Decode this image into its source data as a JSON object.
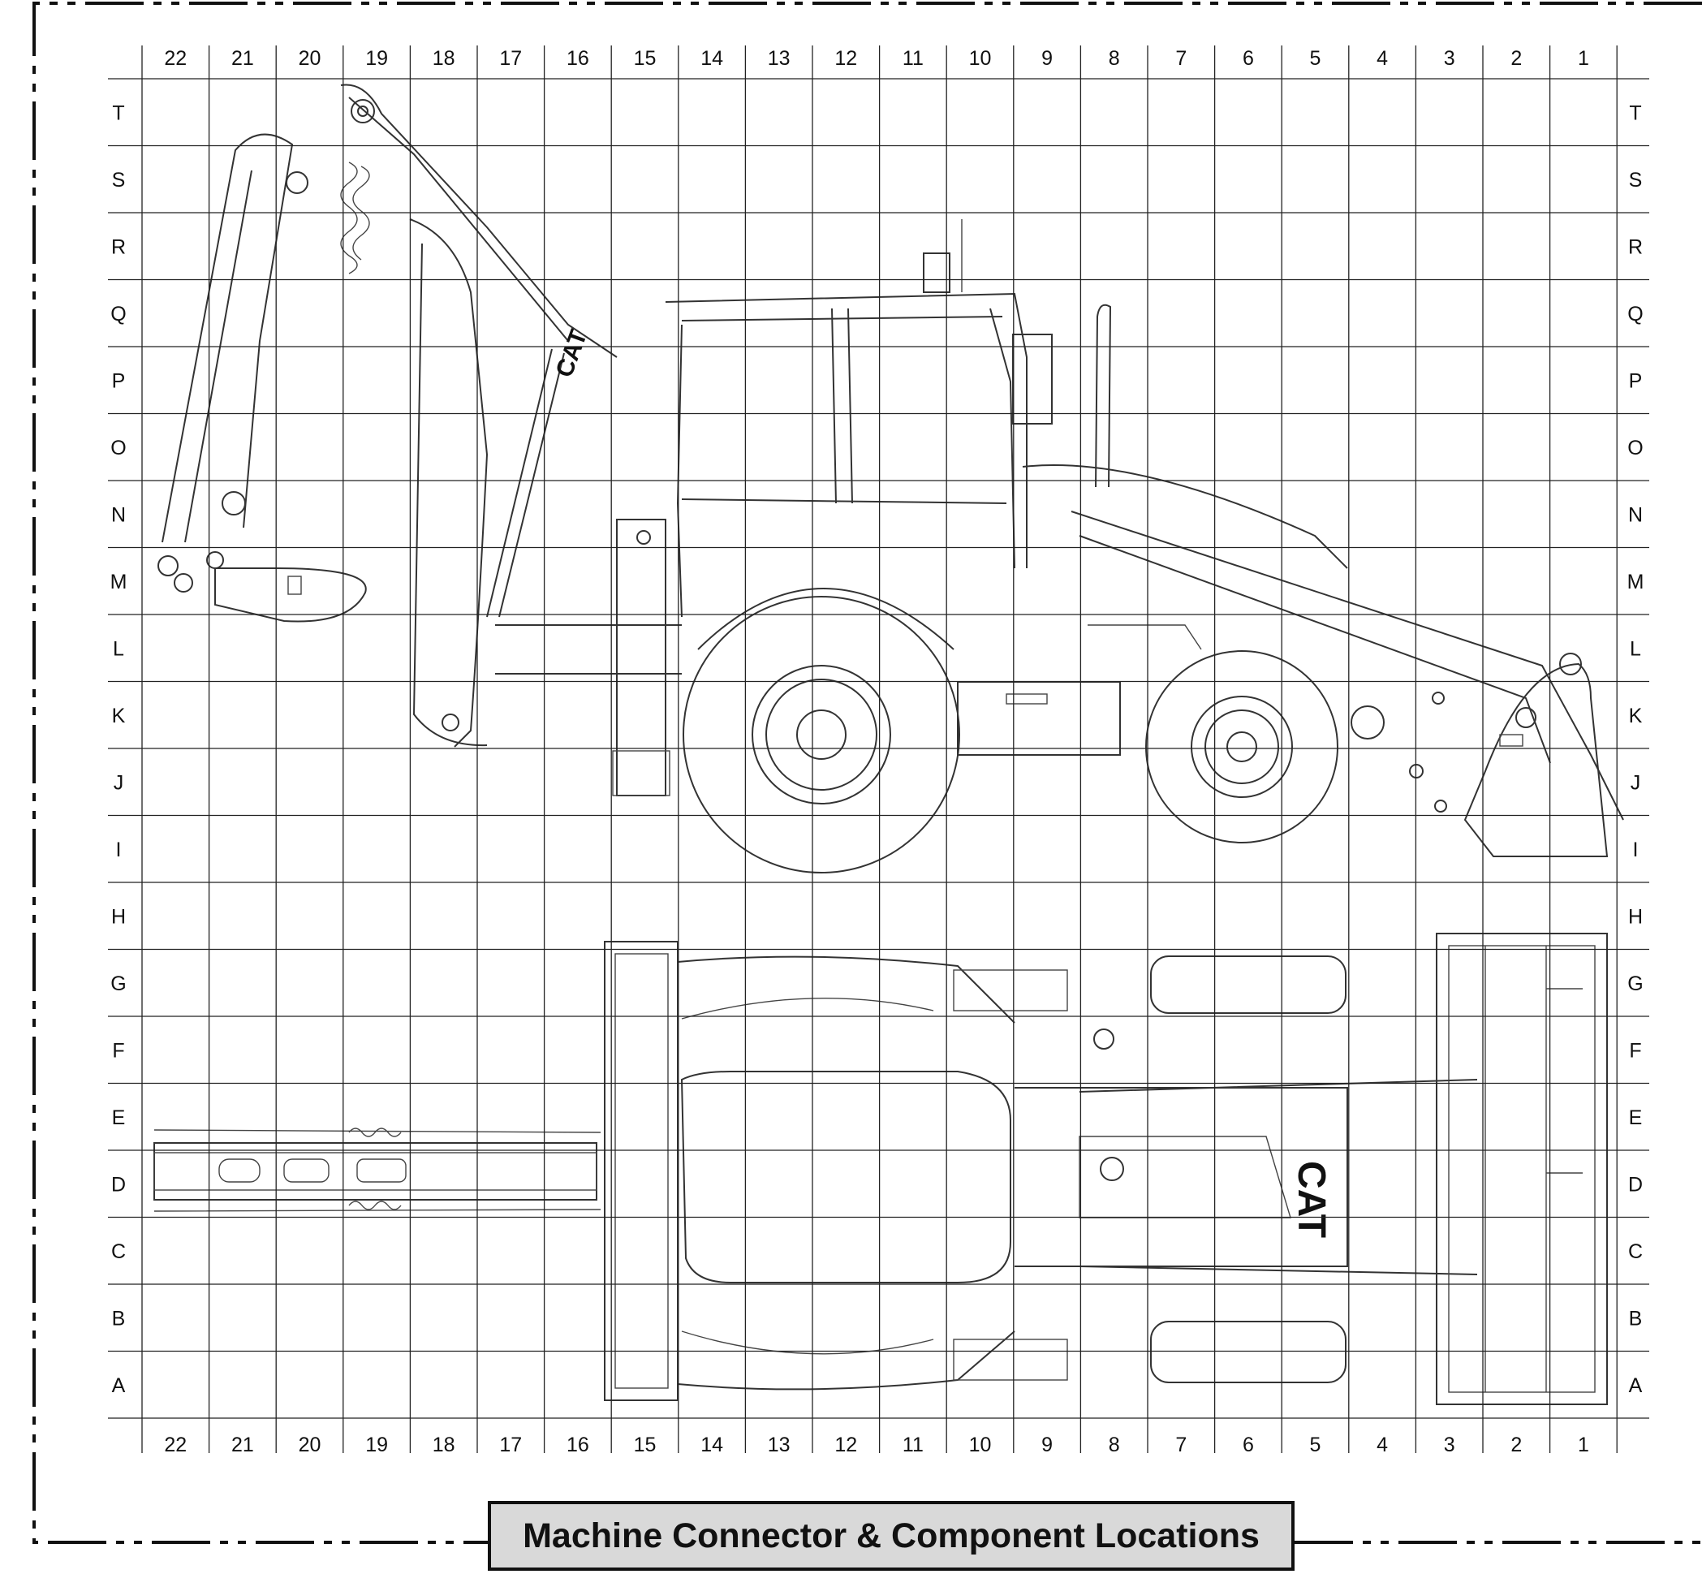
{
  "title": "Machine Connector & Component Locations",
  "grid": {
    "columns": [
      "22",
      "21",
      "20",
      "19",
      "18",
      "17",
      "16",
      "15",
      "14",
      "13",
      "12",
      "11",
      "10",
      "9",
      "8",
      "7",
      "6",
      "5",
      "4",
      "3",
      "2",
      "1"
    ],
    "rows": [
      "T",
      "S",
      "R",
      "Q",
      "P",
      "O",
      "N",
      "M",
      "L",
      "K",
      "J",
      "I",
      "H",
      "G",
      "F",
      "E",
      "D",
      "C",
      "B",
      "A"
    ]
  },
  "drawing": {
    "side_view_logo": "CAT",
    "top_view_logo": "CAT"
  }
}
